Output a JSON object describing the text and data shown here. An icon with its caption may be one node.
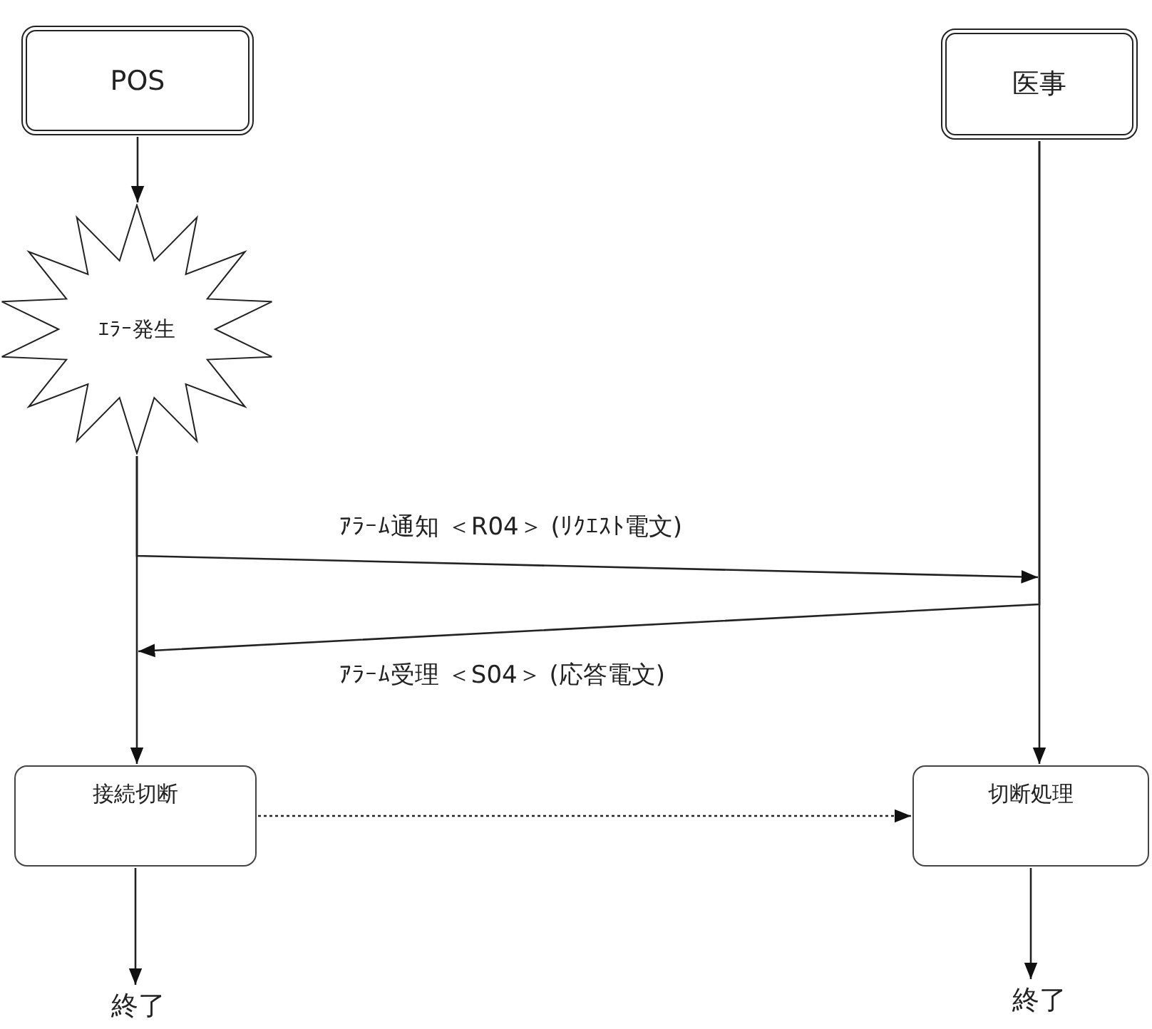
{
  "diagram": {
    "nodes": [
      {
        "text": [
          "POS"
        ]
      },
      {
        "text": [
          "医事"
        ]
      },
      {
        "text": [
          "ｴﾗｰ発生"
        ]
      },
      {
        "text": [
          "接続切断"
        ]
      },
      {
        "text": [
          "切断処理"
        ]
      },
      {
        "text": [
          "終了"
        ]
      },
      {
        "text": [
          "終了"
        ]
      }
    ],
    "edges": [
      {
        "from": 0,
        "to": 2,
        "arrow": "to"
      },
      {
        "from": 2,
        "to": 3,
        "arrow": "to"
      },
      {
        "from": 1,
        "to": 4,
        "arrow": "to"
      },
      {
        "from": 2,
        "to": null,
        "arrow": "to",
        "label": "ｱﾗｰﾑ通知 ＜R04＞ (ﾘｸｴｽﾄ電文)"
      },
      {
        "from": 1,
        "to": null,
        "arrow": "to",
        "label": "ｱﾗｰﾑ受理 ＜S04＞ (応答電文)"
      },
      {
        "from": 3,
        "to": 4,
        "arrow": "to",
        "style": "dashed"
      },
      {
        "from": 3,
        "to": 5,
        "arrow": "to"
      },
      {
        "from": 4,
        "to": 6,
        "arrow": "to"
      }
    ]
  }
}
